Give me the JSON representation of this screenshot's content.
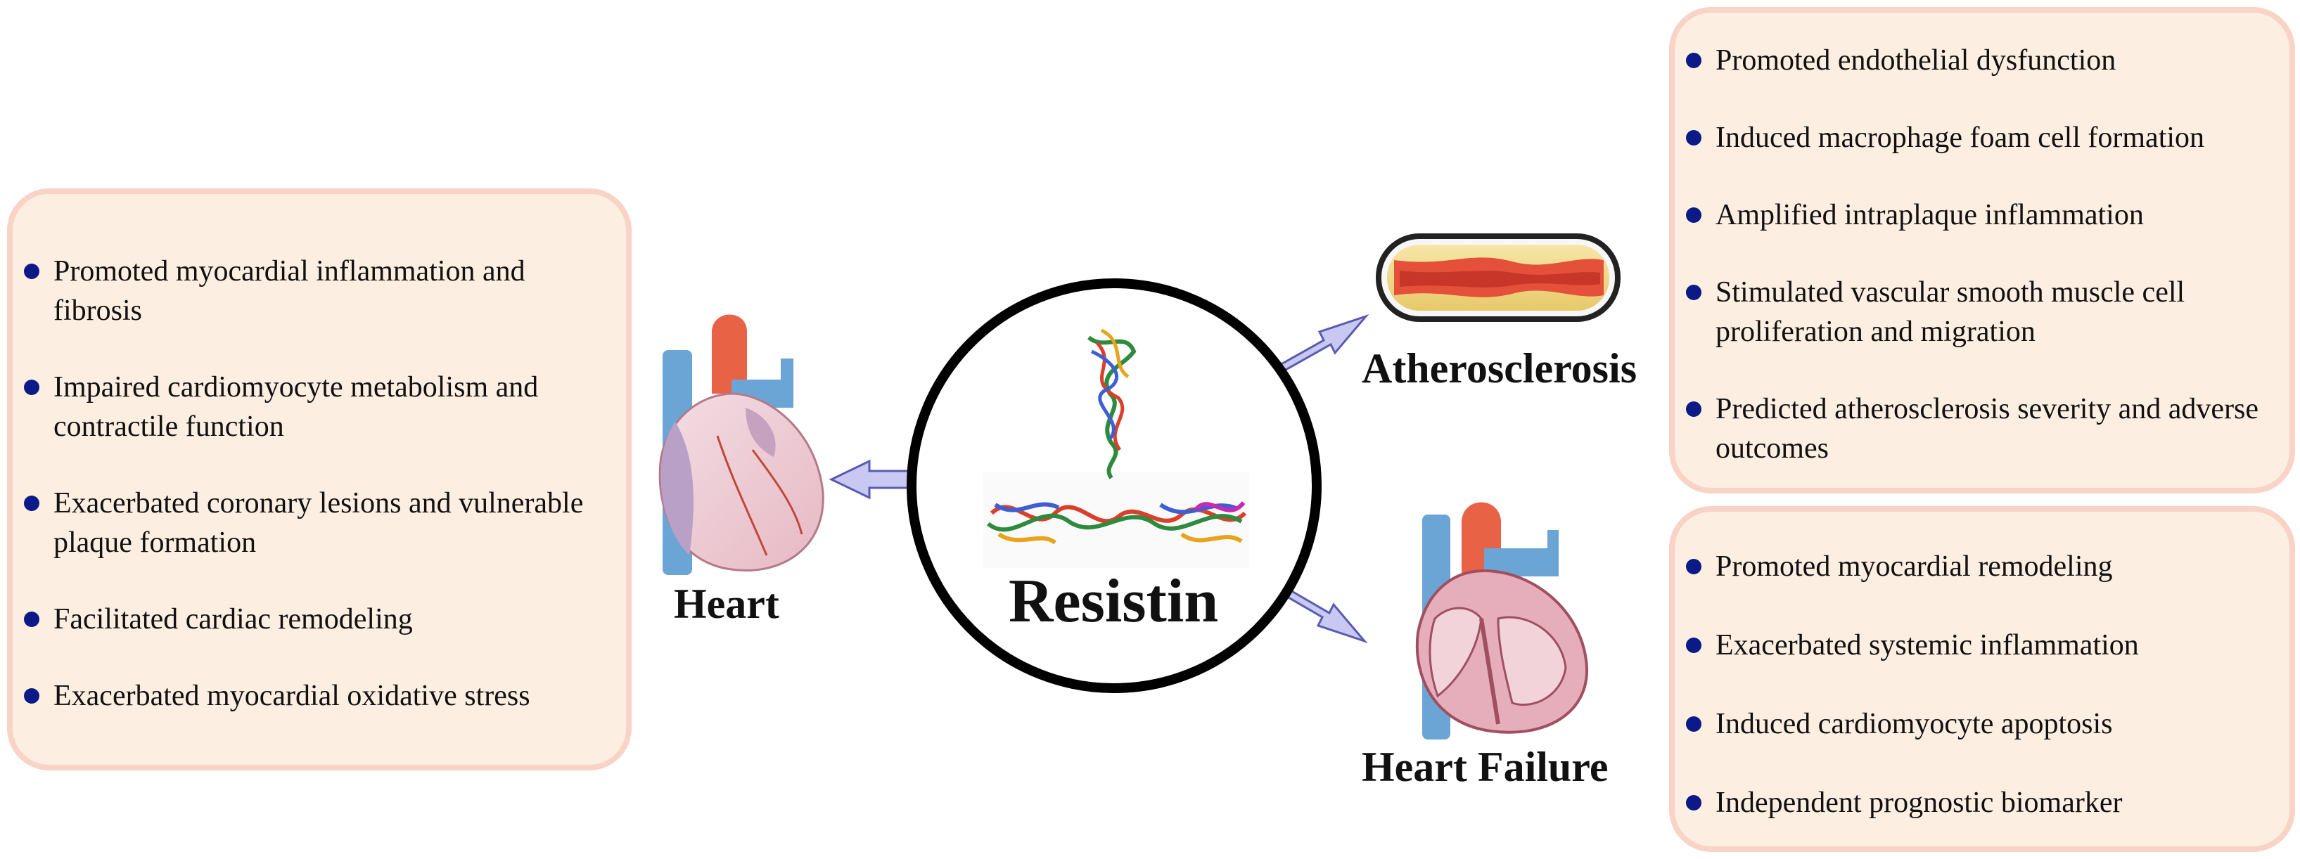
{
  "center": {
    "title": "Resistin"
  },
  "heart": {
    "label": "Heart",
    "effects": [
      "Promoted myocardial inflammation and fibrosis",
      "Impaired cardiomyocyte metabolism and contractile function",
      "Exacerbated coronary lesions and vulnerable plaque formation",
      "Facilitated cardiac remodeling",
      "Exacerbated myocardial oxidative stress"
    ]
  },
  "atherosclerosis": {
    "label": "Atherosclerosis",
    "effects": [
      "Promoted endothelial dysfunction",
      "Induced macrophage foam cell formation",
      "Amplified intraplaque inflammation",
      "Stimulated vascular smooth muscle cell proliferation and migration",
      "Predicted atherosclerosis severity and adverse outcomes"
    ]
  },
  "heart_failure": {
    "label": "Heart Failure",
    "effects": [
      "Promoted myocardial remodeling",
      "Exacerbated systemic inflammation",
      "Induced cardiomyocyte apoptosis",
      "Independent prognostic biomarker"
    ]
  },
  "colors": {
    "panel_fill": "#fdeee2",
    "panel_border": "#f8d3c6",
    "bullet": "#0b1a86",
    "arrow": "#c9c8f2",
    "arrow_stroke": "#5a5ab0"
  }
}
